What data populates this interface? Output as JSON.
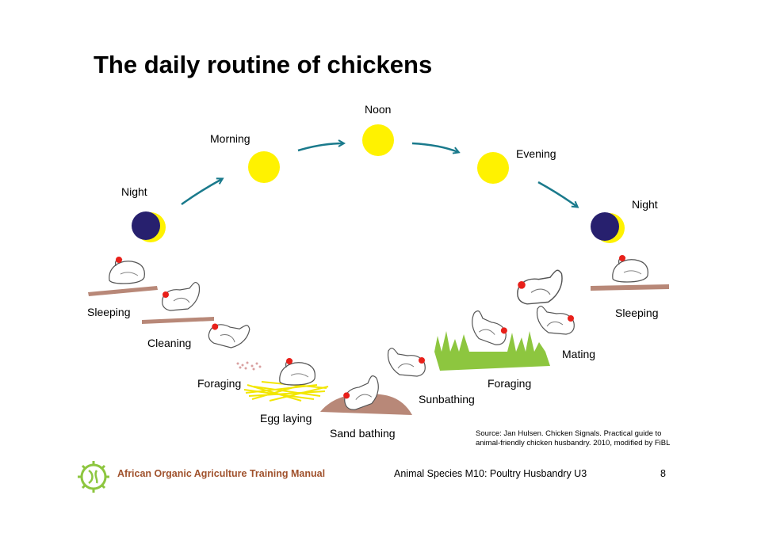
{
  "title": "The daily routine of chickens",
  "times": {
    "night_left": "Night",
    "morning": "Morning",
    "noon": "Noon",
    "evening": "Evening",
    "night_right": "Night"
  },
  "activities": {
    "sleeping_left": "Sleeping",
    "cleaning": "Cleaning",
    "foraging_left": "Foraging",
    "egg_laying": "Egg laying",
    "sand_bathing": "Sand bathing",
    "sunbathing": "Sunbathing",
    "foraging_right": "Foraging",
    "mating": "Mating",
    "sleeping_right": "Sleeping"
  },
  "source": {
    "line1": "Source: Jan Hulsen. Chicken Signals. Practical guide to",
    "line2": "animal-friendly chicken husbandry. 2010, modified by FiBL"
  },
  "footer": {
    "manual": "African Organic Agriculture Training Manual",
    "module": "Animal Species M10: Poultry Husbandry U3",
    "page": "8"
  },
  "colors": {
    "sun": "#fff200",
    "moon": "#27206e",
    "arrow": "#1a7a8c",
    "perch": "#b88878",
    "comb": "#e8201a",
    "grass": "#8dc63f",
    "straw": "#f2e600",
    "footer_brand": "#a0522d",
    "logo": "#8dc63f"
  },
  "icons": [
    "sun-icon",
    "moon-icon",
    "arrow-icon",
    "chicken-icon",
    "perch-icon",
    "logo-icon"
  ]
}
